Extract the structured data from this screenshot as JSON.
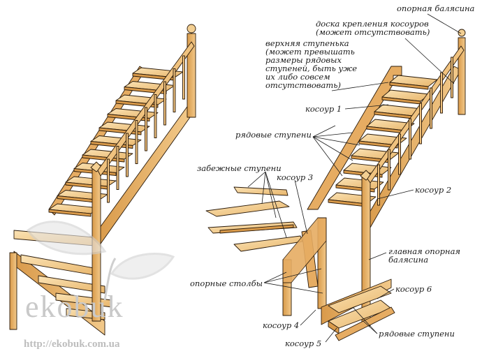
{
  "labels": {
    "newel_post": "опорная балясина",
    "stringer_board": "доска крепления косоуров\n(может отсутствовать)",
    "top_step": "верхняя ступенька\n(может превышать\nразмеры рядовых\nступеней, быть уже\nих либо совсем\nотсутствовать)",
    "stringer_1": "косоур 1",
    "regular_steps_top": "рядовые ступени",
    "winder_steps": "забежные ступени",
    "stringer_3": "косоур 3",
    "stringer_2": "косоур 2",
    "main_newel": "главная опорная\nбалясина",
    "support_posts": "опорные столбы",
    "stringer_6": "косоур 6",
    "stringer_4": "косоур 4",
    "regular_steps_bottom": "рядовые ступени",
    "stringer_5": "косоур 5"
  },
  "watermark": {
    "logo": "ekobuk",
    "url": "http://ekobuk.com.ua"
  },
  "colors": {
    "wood_light": "#f6d9a6",
    "wood_mid": "#e8b56a",
    "wood_dark": "#c98a3e",
    "outline": "#2a1a0a",
    "watermark": "#c9c9c9"
  }
}
